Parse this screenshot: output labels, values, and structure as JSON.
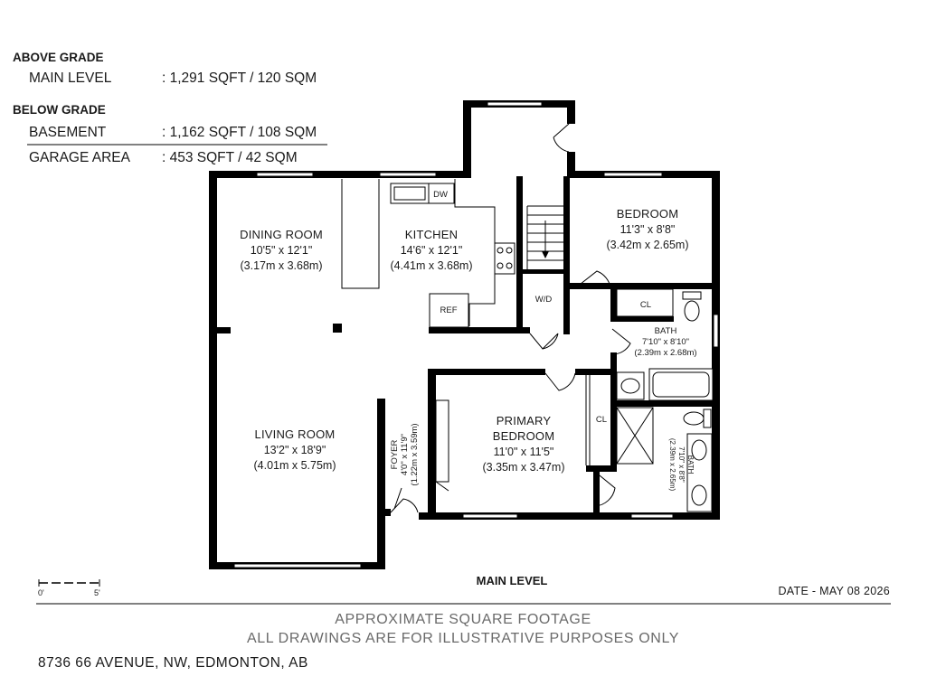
{
  "area_summary": {
    "above_grade_heading": "ABOVE GRADE",
    "main_level_label": "MAIN LEVEL",
    "main_level_value": ": 1,291 SQFT / 120 SQM",
    "below_grade_heading": "BELOW GRADE",
    "basement_label": "BASEMENT",
    "basement_value": ": 1,162 SQFT / 108 SQM",
    "garage_label": "GARAGE AREA",
    "garage_value": ": 453 SQFT / 42 SQM"
  },
  "rooms": {
    "dining": {
      "name": "DINING ROOM",
      "dim_imperial": "10'5\" x 12'1\"",
      "dim_metric": "(3.17m x 3.68m)"
    },
    "kitchen": {
      "name": "KITCHEN",
      "dim_imperial": "14'6\" x 12'1\"",
      "dim_metric": "(4.41m x 3.68m)"
    },
    "bedroom": {
      "name": "BEDROOM",
      "dim_imperial": "11'3\" x 8'8\"",
      "dim_metric": "(3.42m x 2.65m)"
    },
    "living": {
      "name": "LIVING ROOM",
      "dim_imperial": "13'2\" x 18'9\"",
      "dim_metric": "(4.01m x 5.75m)"
    },
    "primary": {
      "name_line1": "PRIMARY",
      "name_line2": "BEDROOM",
      "dim_imperial": "11'0\" x 11'5\"",
      "dim_metric": "(3.35m x 3.47m)"
    },
    "bath1": {
      "name": "BATH",
      "dim_imperial": "7'10\" x 8'10\"",
      "dim_metric": "(2.39m x 2.68m)"
    },
    "bath2": {
      "name": "BATH",
      "dim_imperial": "7'10\" x 8'8\"",
      "dim_metric": "(2.39m x 2.65m)"
    },
    "foyer": {
      "name": "FOYER",
      "dim_imperial": "4'0\" x 11'9\"",
      "dim_metric": "(1.22m x 3.59m)"
    }
  },
  "fixtures": {
    "dishwasher": "DW",
    "refrigerator": "REF",
    "washer_dryer": "W/D",
    "closet_bedroom": "CL",
    "closet_primary": "CL"
  },
  "scale": {
    "start": "0'",
    "end": "5'"
  },
  "level_title": "MAIN LEVEL",
  "date": "DATE - MAY 08 2026",
  "footer": {
    "line1": "APPROXIMATE SQUARE FOOTAGE",
    "line2": "ALL DRAWINGS ARE FOR ILLUSTRATIVE PURPOSES ONLY"
  },
  "address": "8736 66 AVENUE, NW, EDMONTON, AB",
  "colors": {
    "wall": "#000000",
    "text": "#1a1a1a",
    "footer_text": "#6a6a6a",
    "background": "#ffffff"
  }
}
